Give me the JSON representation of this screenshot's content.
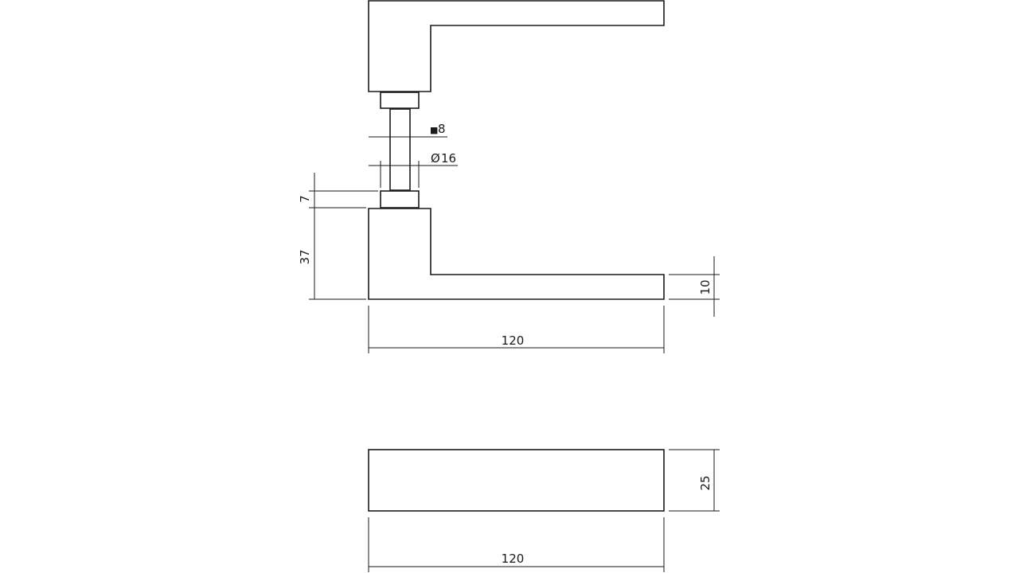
{
  "drawing": {
    "front_view": {
      "dimensions": {
        "spindle_square": {
          "symbol": "■",
          "value": "8"
        },
        "spindle_diameter": {
          "symbol": "Ø",
          "value": "16"
        },
        "rose_height": "7",
        "lever_height": "37",
        "lever_thickness": "10",
        "lever_length": "120"
      }
    },
    "top_view": {
      "dimensions": {
        "lever_width": "25",
        "lever_length": "120"
      }
    }
  }
}
